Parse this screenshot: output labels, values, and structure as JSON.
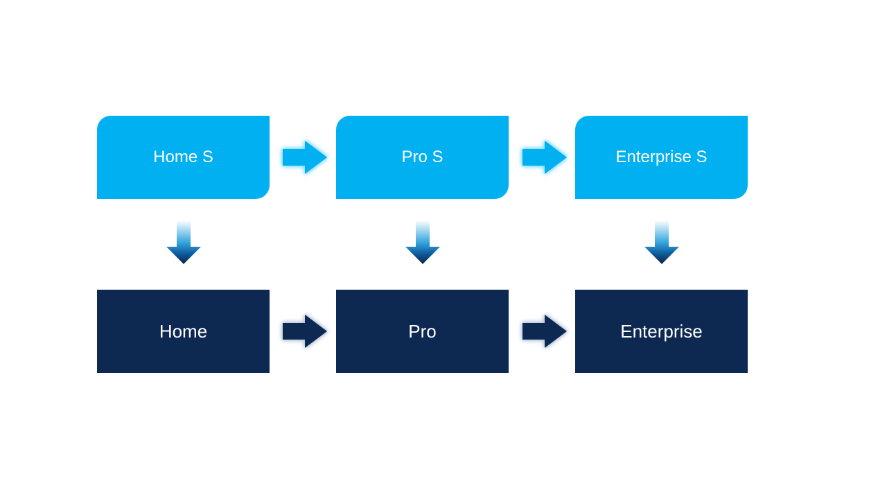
{
  "slide": {
    "background": "#ffffff",
    "diagram": {
      "type": "two-row-upgrade-process",
      "columns": [
        {
          "top_label": "Home S",
          "bottom_label": "Home"
        },
        {
          "top_label": "Pro S",
          "bottom_label": "Pro"
        },
        {
          "top_label": "Enterprise S",
          "bottom_label": "Enterprise"
        }
      ],
      "connectors": {
        "horizontal_top": [
          "Home S → Pro S",
          "Pro S → Enterprise S"
        ],
        "horizontal_bottom": [
          "Home → Pro",
          "Pro → Enterprise"
        ],
        "vertical": [
          "Home S → Home",
          "Pro S → Pro",
          "Enterprise S → Enterprise"
        ]
      },
      "colors": {
        "background": "#ffffff",
        "light_blue": "#00b0f0",
        "dark_navy": "#0e2951",
        "text": "#ffffff",
        "light_glow": "#7fdbff",
        "dark_glow": "#b4c2d8",
        "v_grad_top": "#ffffff",
        "v_grad_mid": "#35a7df",
        "v_grad_low": "#0e5fa0",
        "v_grad_tip": "#0c2348"
      }
    }
  }
}
